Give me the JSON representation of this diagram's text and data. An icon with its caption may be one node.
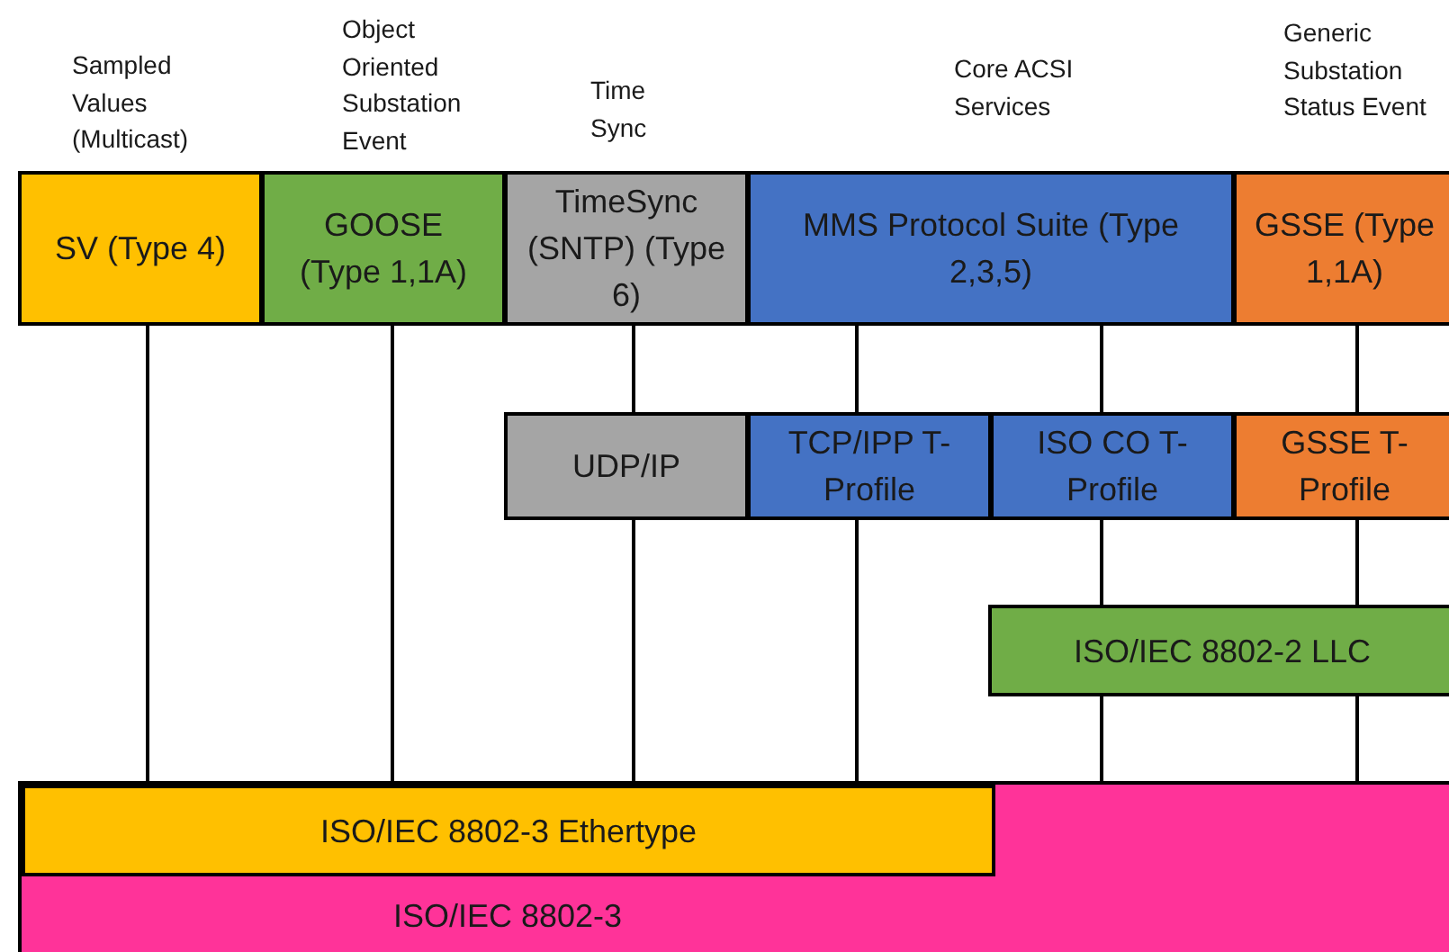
{
  "diagram": {
    "nodes": [
      {
        "text": [
          "SV (Type 4)"
        ],
        "beside": [
          "Sampled Values (Multicast)"
        ]
      },
      {
        "text": [
          "GOOSE (Type 1,1A)"
        ],
        "beside": [
          "Object Oriented Substation Event"
        ]
      },
      {
        "text": [
          "TimeSync (SNTP) (Type 6)"
        ],
        "beside": [
          "Time Sync"
        ]
      },
      {
        "text": [
          "MMS Protocol Suite (Type 2,3,5)"
        ],
        "beside": [
          "Core ACSI Services"
        ]
      },
      {
        "text": [
          "GSSE (Type 1,1A)"
        ],
        "beside": [
          "Generic Substation Status Event"
        ]
      },
      {
        "text": [
          "UDP/IP"
        ]
      },
      {
        "text": [
          "TCP/IPP T-Profile"
        ]
      },
      {
        "text": [
          "ISO CO T-Profile"
        ]
      },
      {
        "text": [
          "GSSE T-Profile"
        ]
      },
      {
        "text": [
          "ISO/IEC 8802-2 LLC"
        ]
      },
      {
        "text": [
          "ISO/IEC 8802-3"
        ]
      },
      {
        "text": [
          "ISO/IEC 8802-3 Ethertype"
        ],
        "in": 10
      }
    ],
    "edges": [
      {
        "from": 0,
        "to": 11,
        "arrow": "none"
      },
      {
        "from": 1,
        "to": 11,
        "arrow": "none"
      },
      {
        "from": 2,
        "to": 5,
        "arrow": "none"
      },
      {
        "from": 5,
        "to": 11,
        "arrow": "none"
      },
      {
        "from": 3,
        "to": 6,
        "arrow": "none"
      },
      {
        "from": 6,
        "to": 11,
        "arrow": "none"
      },
      {
        "from": 3,
        "to": 7,
        "arrow": "none"
      },
      {
        "from": 7,
        "to": 9,
        "arrow": "none"
      },
      {
        "from": 9,
        "to": 10,
        "arrow": "none"
      },
      {
        "from": 4,
        "to": 8,
        "arrow": "none"
      },
      {
        "from": 8,
        "to": 9,
        "arrow": "none"
      },
      {
        "from": 9,
        "to": 10,
        "arrow": "none"
      }
    ]
  }
}
